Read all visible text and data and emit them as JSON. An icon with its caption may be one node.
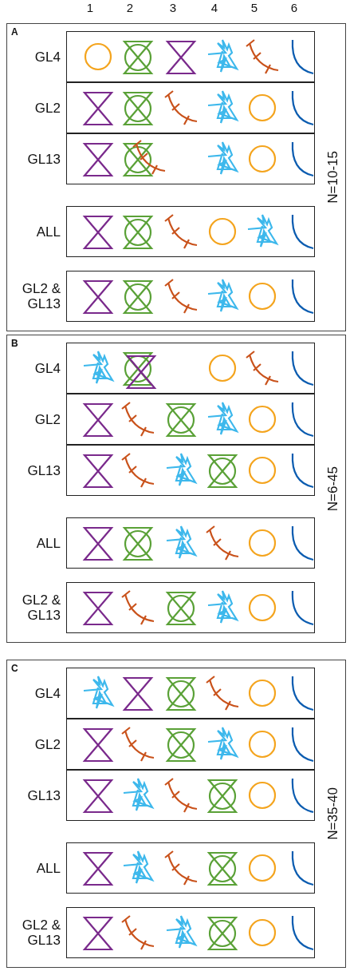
{
  "diagram": {
    "nodes": [
      {
        "text": [
          "A",
          "N=10-15"
        ]
      },
      {
        "text": [
          "GL4"
        ],
        "in": 0
      },
      {
        "text": [],
        "shape": "circle",
        "in": 1
      },
      {
        "text": [],
        "shape": "target",
        "in": 1
      },
      {
        "text": [],
        "shape": "hourglass",
        "in": 1
      },
      {
        "text": [],
        "shape": "scribble",
        "in": 1
      },
      {
        "text": [],
        "shape": "stitch",
        "in": 1
      },
      {
        "text": [],
        "shape": "arc",
        "in": 1
      },
      {
        "text": [
          "GL2"
        ],
        "in": 0
      },
      {
        "text": [],
        "shape": "hourglass",
        "in": 8
      },
      {
        "text": [],
        "shape": "target",
        "in": 8
      },
      {
        "text": [],
        "shape": "stitch",
        "in": 8
      },
      {
        "text": [],
        "shape": "scribble",
        "in": 8
      },
      {
        "text": [],
        "shape": "circle",
        "in": 8
      },
      {
        "text": [],
        "shape": "arc",
        "in": 8
      },
      {
        "text": [
          "GL13"
        ],
        "in": 0
      },
      {
        "text": [],
        "shape": "hourglass",
        "in": 15
      },
      {
        "text": [],
        "shape": "target",
        "in": 15
      },
      {
        "text": [],
        "shape": "stitch",
        "in": 15
      },
      {
        "text": [],
        "shape": "scribble",
        "in": 15
      },
      {
        "text": [],
        "shape": "circle",
        "in": 15
      },
      {
        "text": [],
        "shape": "arc",
        "in": 15
      },
      {
        "text": [
          "ALL"
        ],
        "in": 0
      },
      {
        "text": [],
        "shape": "hourglass",
        "in": 22
      },
      {
        "text": [],
        "shape": "target",
        "in": 22
      },
      {
        "text": [],
        "shape": "stitch",
        "in": 22
      },
      {
        "text": [],
        "shape": "circle",
        "in": 22
      },
      {
        "text": [],
        "shape": "scribble",
        "in": 22
      },
      {
        "text": [],
        "shape": "arc",
        "in": 22
      },
      {
        "text": [
          "GL2 & GL13"
        ],
        "in": 0
      },
      {
        "text": [],
        "shape": "hourglass",
        "in": 29
      },
      {
        "text": [],
        "shape": "target",
        "in": 29
      },
      {
        "text": [],
        "shape": "stitch",
        "in": 29
      },
      {
        "text": [],
        "shape": "scribble",
        "in": 29
      },
      {
        "text": [],
        "shape": "circle",
        "in": 29
      },
      {
        "text": [],
        "shape": "arc",
        "in": 29
      },
      {
        "text": [
          "B",
          "N=6-45"
        ]
      },
      {
        "text": [
          "GL4"
        ],
        "in": 36
      },
      {
        "text": [],
        "shape": "scribble",
        "in": 37
      },
      {
        "text": [],
        "shape": "target",
        "in": 37
      },
      {
        "text": [],
        "shape": "hourglass",
        "in": 37
      },
      {
        "text": [],
        "shape": "circle",
        "in": 37
      },
      {
        "text": [],
        "shape": "stitch",
        "in": 37
      },
      {
        "text": [],
        "shape": "arc",
        "in": 37
      },
      {
        "text": [
          "GL2"
        ],
        "in": 36
      },
      {
        "text": [],
        "shape": "hourglass",
        "in": 44
      },
      {
        "text": [],
        "shape": "stitch",
        "in": 44
      },
      {
        "text": [],
        "shape": "target",
        "in": 44
      },
      {
        "text": [],
        "shape": "scribble",
        "in": 44
      },
      {
        "text": [],
        "shape": "circle",
        "in": 44
      },
      {
        "text": [],
        "shape": "arc",
        "in": 44
      },
      {
        "text": [
          "GL13"
        ],
        "in": 36
      },
      {
        "text": [],
        "shape": "hourglass",
        "in": 51
      },
      {
        "text": [],
        "shape": "stitch",
        "in": 51
      },
      {
        "text": [],
        "shape": "scribble",
        "in": 51
      },
      {
        "text": [],
        "shape": "target",
        "in": 51
      },
      {
        "text": [],
        "shape": "circle",
        "in": 51
      },
      {
        "text": [],
        "shape": "arc",
        "in": 51
      },
      {
        "text": [
          "ALL"
        ],
        "in": 36
      },
      {
        "text": [],
        "shape": "hourglass",
        "in": 58
      },
      {
        "text": [],
        "shape": "target",
        "in": 58
      },
      {
        "text": [],
        "shape": "scribble",
        "in": 58
      },
      {
        "text": [],
        "shape": "stitch",
        "in": 58
      },
      {
        "text": [],
        "shape": "circle",
        "in": 58
      },
      {
        "text": [],
        "shape": "arc",
        "in": 58
      },
      {
        "text": [
          "GL2 & GL13"
        ],
        "in": 36
      },
      {
        "text": [],
        "shape": "hourglass",
        "in": 65
      },
      {
        "text": [],
        "shape": "stitch",
        "in": 65
      },
      {
        "text": [],
        "shape": "target",
        "in": 65
      },
      {
        "text": [],
        "shape": "scribble",
        "in": 65
      },
      {
        "text": [],
        "shape": "circle",
        "in": 65
      },
      {
        "text": [],
        "shape": "arc",
        "in": 65
      },
      {
        "text": [
          "C",
          "N=35-40"
        ]
      },
      {
        "text": [
          "GL4"
        ],
        "in": 72
      },
      {
        "text": [],
        "shape": "scribble",
        "in": 73
      },
      {
        "text": [],
        "shape": "hourglass",
        "in": 73
      },
      {
        "text": [],
        "shape": "target",
        "in": 73
      },
      {
        "text": [],
        "shape": "stitch",
        "in": 73
      },
      {
        "text": [],
        "shape": "circle",
        "in": 73
      },
      {
        "text": [],
        "shape": "arc",
        "in": 73
      },
      {
        "text": [
          "GL2"
        ],
        "in": 72
      },
      {
        "text": [],
        "shape": "hourglass",
        "in": 80
      },
      {
        "text": [],
        "shape": "stitch",
        "in": 80
      },
      {
        "text": [],
        "shape": "target",
        "in": 80
      },
      {
        "text": [],
        "shape": "scribble",
        "in": 80
      },
      {
        "text": [],
        "shape": "circle",
        "in": 80
      },
      {
        "text": [],
        "shape": "arc",
        "in": 80
      },
      {
        "text": [
          "GL13"
        ],
        "in": 72
      },
      {
        "text": [],
        "shape": "hourglass",
        "in": 87
      },
      {
        "text": [],
        "shape": "scribble",
        "in": 87
      },
      {
        "text": [],
        "shape": "stitch",
        "in": 87
      },
      {
        "text": [],
        "shape": "target",
        "in": 87
      },
      {
        "text": [],
        "shape": "circle",
        "in": 87
      },
      {
        "text": [],
        "shape": "arc",
        "in": 87
      },
      {
        "text": [
          "ALL"
        ],
        "in": 72
      },
      {
        "text": [],
        "shape": "hourglass",
        "in": 94
      },
      {
        "text": [],
        "shape": "scribble",
        "in": 94
      },
      {
        "text": [],
        "shape": "stitch",
        "in": 94
      },
      {
        "text": [],
        "shape": "target",
        "in": 94
      },
      {
        "text": [],
        "shape": "circle",
        "in": 94
      },
      {
        "text": [],
        "shape": "arc",
        "in": 94
      },
      {
        "text": [
          "GL2 & GL13"
        ],
        "in": 72
      },
      {
        "text": [],
        "shape": "hourglass",
        "in": 101
      },
      {
        "text": [],
        "shape": "stitch",
        "in": 101
      },
      {
        "text": [],
        "shape": "scribble",
        "in": 101
      },
      {
        "text": [],
        "shape": "target",
        "in": 101
      },
      {
        "text": [],
        "shape": "circle",
        "in": 101
      },
      {
        "text": [],
        "shape": "arc",
        "in": 101
      }
    ],
    "labels": [
      "1",
      "2",
      "3",
      "4",
      "5",
      "6"
    ]
  }
}
